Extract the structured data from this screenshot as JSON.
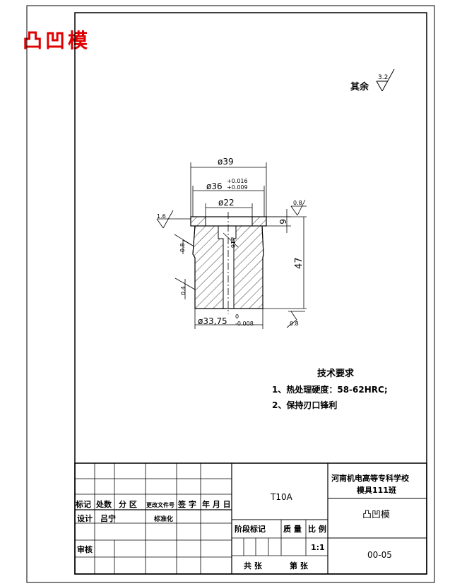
{
  "header": {
    "title": "凸凹模"
  },
  "surface": {
    "label": "其余",
    "symbol_value": "3.2"
  },
  "dimensions": {
    "d39": "ø39",
    "d36": "ø36",
    "d36_tol_upper": "+0.016",
    "d36_tol_lower": "+0.009",
    "d22": "ø22",
    "h6": "6",
    "h47": "47",
    "d16": "ø16",
    "d33": "ø33,75",
    "d33_tol_upper": "0",
    "d33_tol_lower": "-0.008"
  },
  "roughness": {
    "top_left": "1.6",
    "top_right": "0.8",
    "side_upper": "0.8",
    "side_lower": "0.4",
    "bottom_right": "0.8"
  },
  "tech_requirements": {
    "heading": "技术要求",
    "items": [
      "1、热处理硬度：58-62HRC;",
      "2、保持刃口锋利"
    ]
  },
  "title_block": {
    "school": "河南机电高等专科学校",
    "class": "模具111班",
    "material": "T10A",
    "part_name": "凸凹模",
    "drawing_no": "00-05",
    "scale": "1:1",
    "headers": [
      "标记",
      "处数",
      "分 区",
      "更改文件号",
      "签 字",
      "年 月 日"
    ],
    "design_label": "设计",
    "designer": "吕宁",
    "standard_label": "标准化",
    "review_label": "审核",
    "stage_headers": [
      "阶段标记",
      "质 量",
      "比 例"
    ],
    "sheet_total": "共  张",
    "sheet_num": "第  张"
  }
}
